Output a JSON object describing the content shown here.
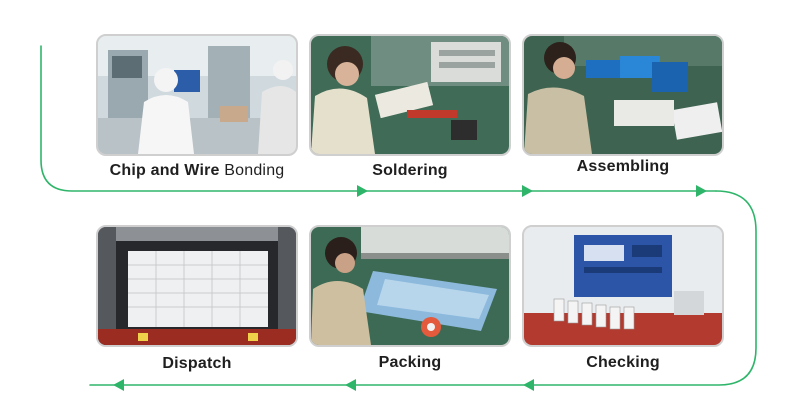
{
  "colors": {
    "arrow": "#2fb56a",
    "label": "#1f1f1f",
    "frame": "#cfcfcf"
  },
  "steps": [
    {
      "id": "chip-and-wire-bonding",
      "label_bold": "Chip and Wire",
      "label_light": " Bonding"
    },
    {
      "id": "soldering",
      "label_bold": "Soldering",
      "label_light": ""
    },
    {
      "id": "assembling",
      "label_bold": "Assembling",
      "label_light": ""
    },
    {
      "id": "checking",
      "label_bold": "Checking",
      "label_light": ""
    },
    {
      "id": "packing",
      "label_bold": "Packing",
      "label_light": ""
    },
    {
      "id": "dispatch",
      "label_bold": "Dispatch",
      "label_light": ""
    }
  ]
}
